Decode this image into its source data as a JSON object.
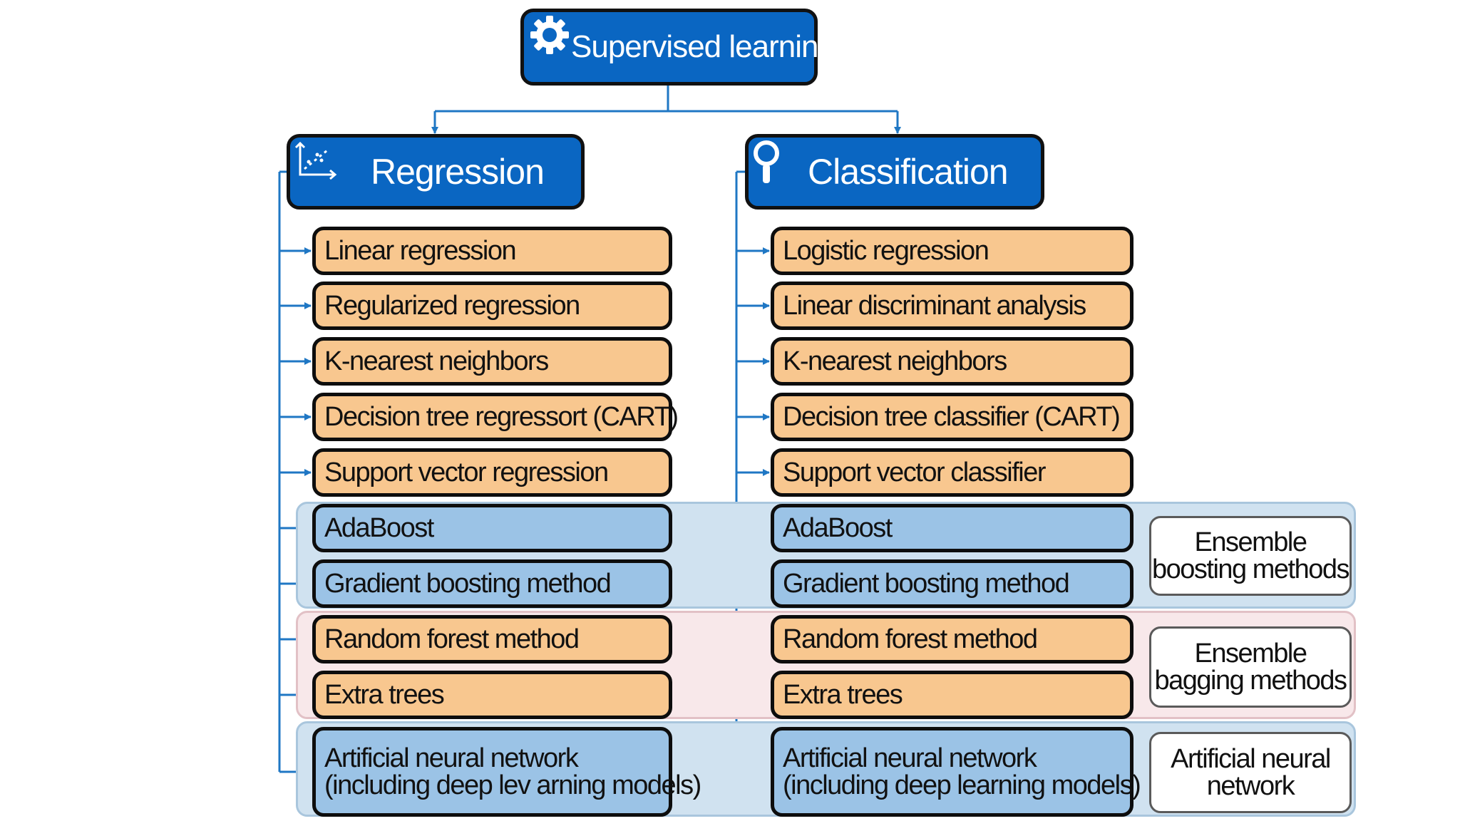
{
  "root": {
    "label": "Supervised learning",
    "icon": "gear-icon"
  },
  "branches": [
    {
      "key": "regression",
      "label": "Regression",
      "icon": "scatter-axes-icon",
      "methods": [
        {
          "text": "Linear regression",
          "style": "orange"
        },
        {
          "text": "Regularized regression",
          "style": "orange"
        },
        {
          "text": "K-nearest neighbors",
          "style": "orange"
        },
        {
          "text": "Decision tree regressort (CART)",
          "style": "orange"
        },
        {
          "text": "Support vector regression",
          "style": "orange"
        },
        {
          "text": "AdaBoost",
          "style": "blue"
        },
        {
          "text": "Gradient boosting method",
          "style": "blue"
        },
        {
          "text": "Random forest method",
          "style": "orange"
        },
        {
          "text": "Extra trees",
          "style": "orange"
        },
        {
          "text": [
            "Artificial neural network",
            "(including deep lev arning models)"
          ],
          "style": "blue"
        }
      ]
    },
    {
      "key": "classification",
      "label": "Classification",
      "icon": "map-pin-icon",
      "methods": [
        {
          "text": "Logistic regression",
          "style": "orange"
        },
        {
          "text": "Linear discriminant analysis",
          "style": "orange"
        },
        {
          "text": "K-nearest neighbors",
          "style": "orange"
        },
        {
          "text": "Decision tree classifier (CART)",
          "style": "orange"
        },
        {
          "text": "Support vector classifier",
          "style": "orange"
        },
        {
          "text": "AdaBoost",
          "style": "blue"
        },
        {
          "text": "Gradient boosting method",
          "style": "blue"
        },
        {
          "text": "Random forest method",
          "style": "orange"
        },
        {
          "text": "Extra trees",
          "style": "orange"
        },
        {
          "text": [
            "Artificial neural network",
            "(including deep learning models)"
          ],
          "style": "blue"
        }
      ]
    }
  ],
  "groups": [
    {
      "label": [
        "Ensemble",
        "boosting methods"
      ],
      "color": "blue"
    },
    {
      "label": [
        "Ensemble",
        "bagging methods"
      ],
      "color": "pink"
    },
    {
      "label": [
        "Artificial neural",
        "network"
      ],
      "color": "blue"
    }
  ],
  "colors": {
    "header_fill": "#0a66c2",
    "method_orange": "#f8c78f",
    "method_blue": "#9bc3e6",
    "connector": "#1f77c4",
    "band_blue": "#d0e2f0",
    "band_pink": "#f8e8ea"
  }
}
